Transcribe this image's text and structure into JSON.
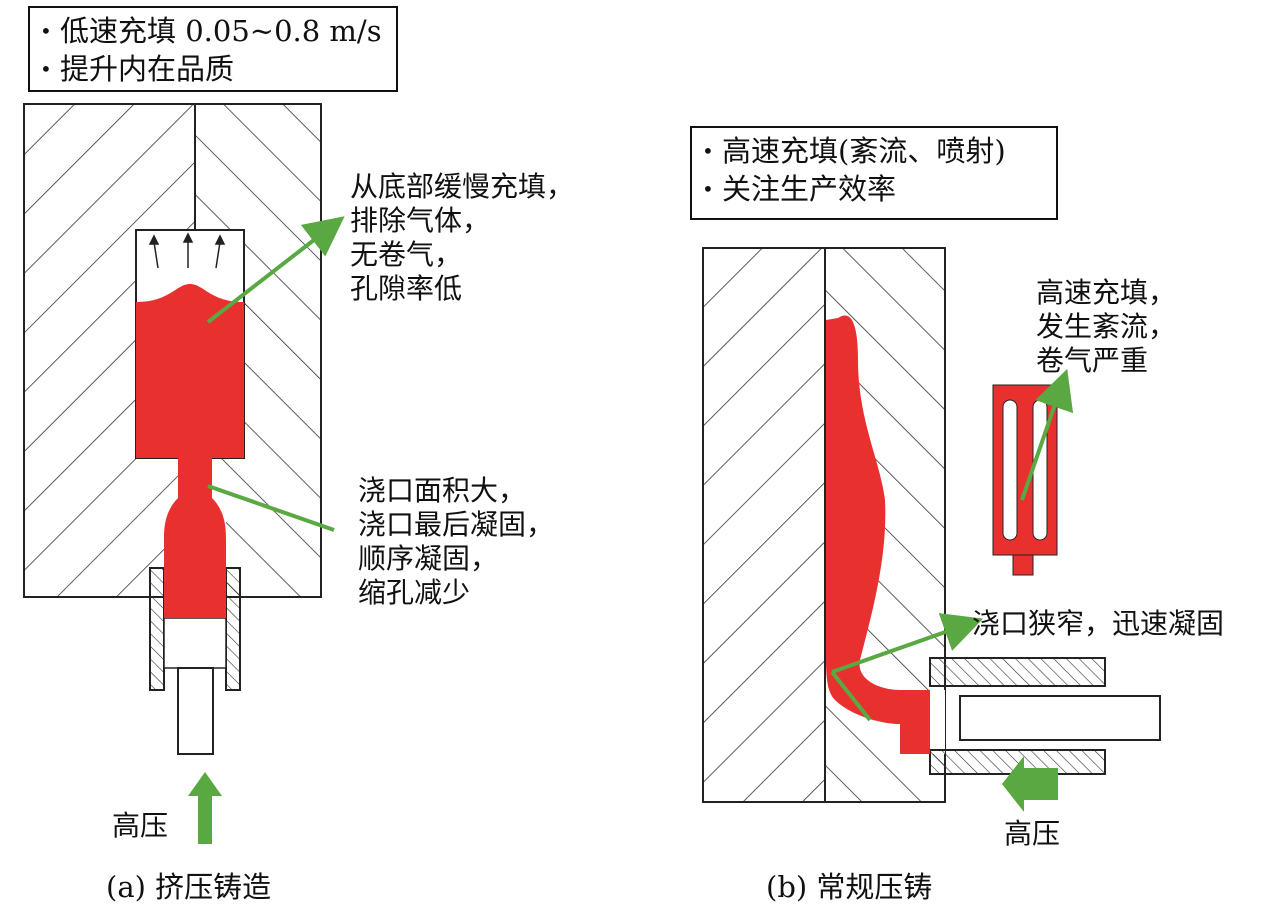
{
  "left_panel": {
    "info_box": {
      "lines": [
        "低速充填 0.05~0.8 m/s",
        "提升内在品质"
      ]
    },
    "note_top": {
      "lines": [
        "从底部缓慢充填，",
        "排除气体，",
        "无卷气，",
        "孔隙率低"
      ]
    },
    "note_gate": {
      "lines": [
        "浇口面积大，",
        "浇口最后凝固，",
        "顺序凝固，",
        "缩孔减少"
      ]
    },
    "pressure_label": "高压",
    "caption": "(a) 挤压铸造"
  },
  "right_panel": {
    "info_box": {
      "lines": [
        "高速充填(紊流、喷射)",
        "关注生产效率"
      ]
    },
    "note_top": {
      "lines": [
        "高速充填，",
        "发生紊流，",
        "卷气严重"
      ]
    },
    "note_gate": "浇口狭窄，迅速凝固",
    "pressure_label": "高压",
    "caption": "(b) 常规压铸"
  },
  "colors": {
    "molten_metal": "#e8312f",
    "arrow": "#5aa842",
    "hatch": "#333333",
    "outline": "#222222"
  },
  "bullet": "•"
}
